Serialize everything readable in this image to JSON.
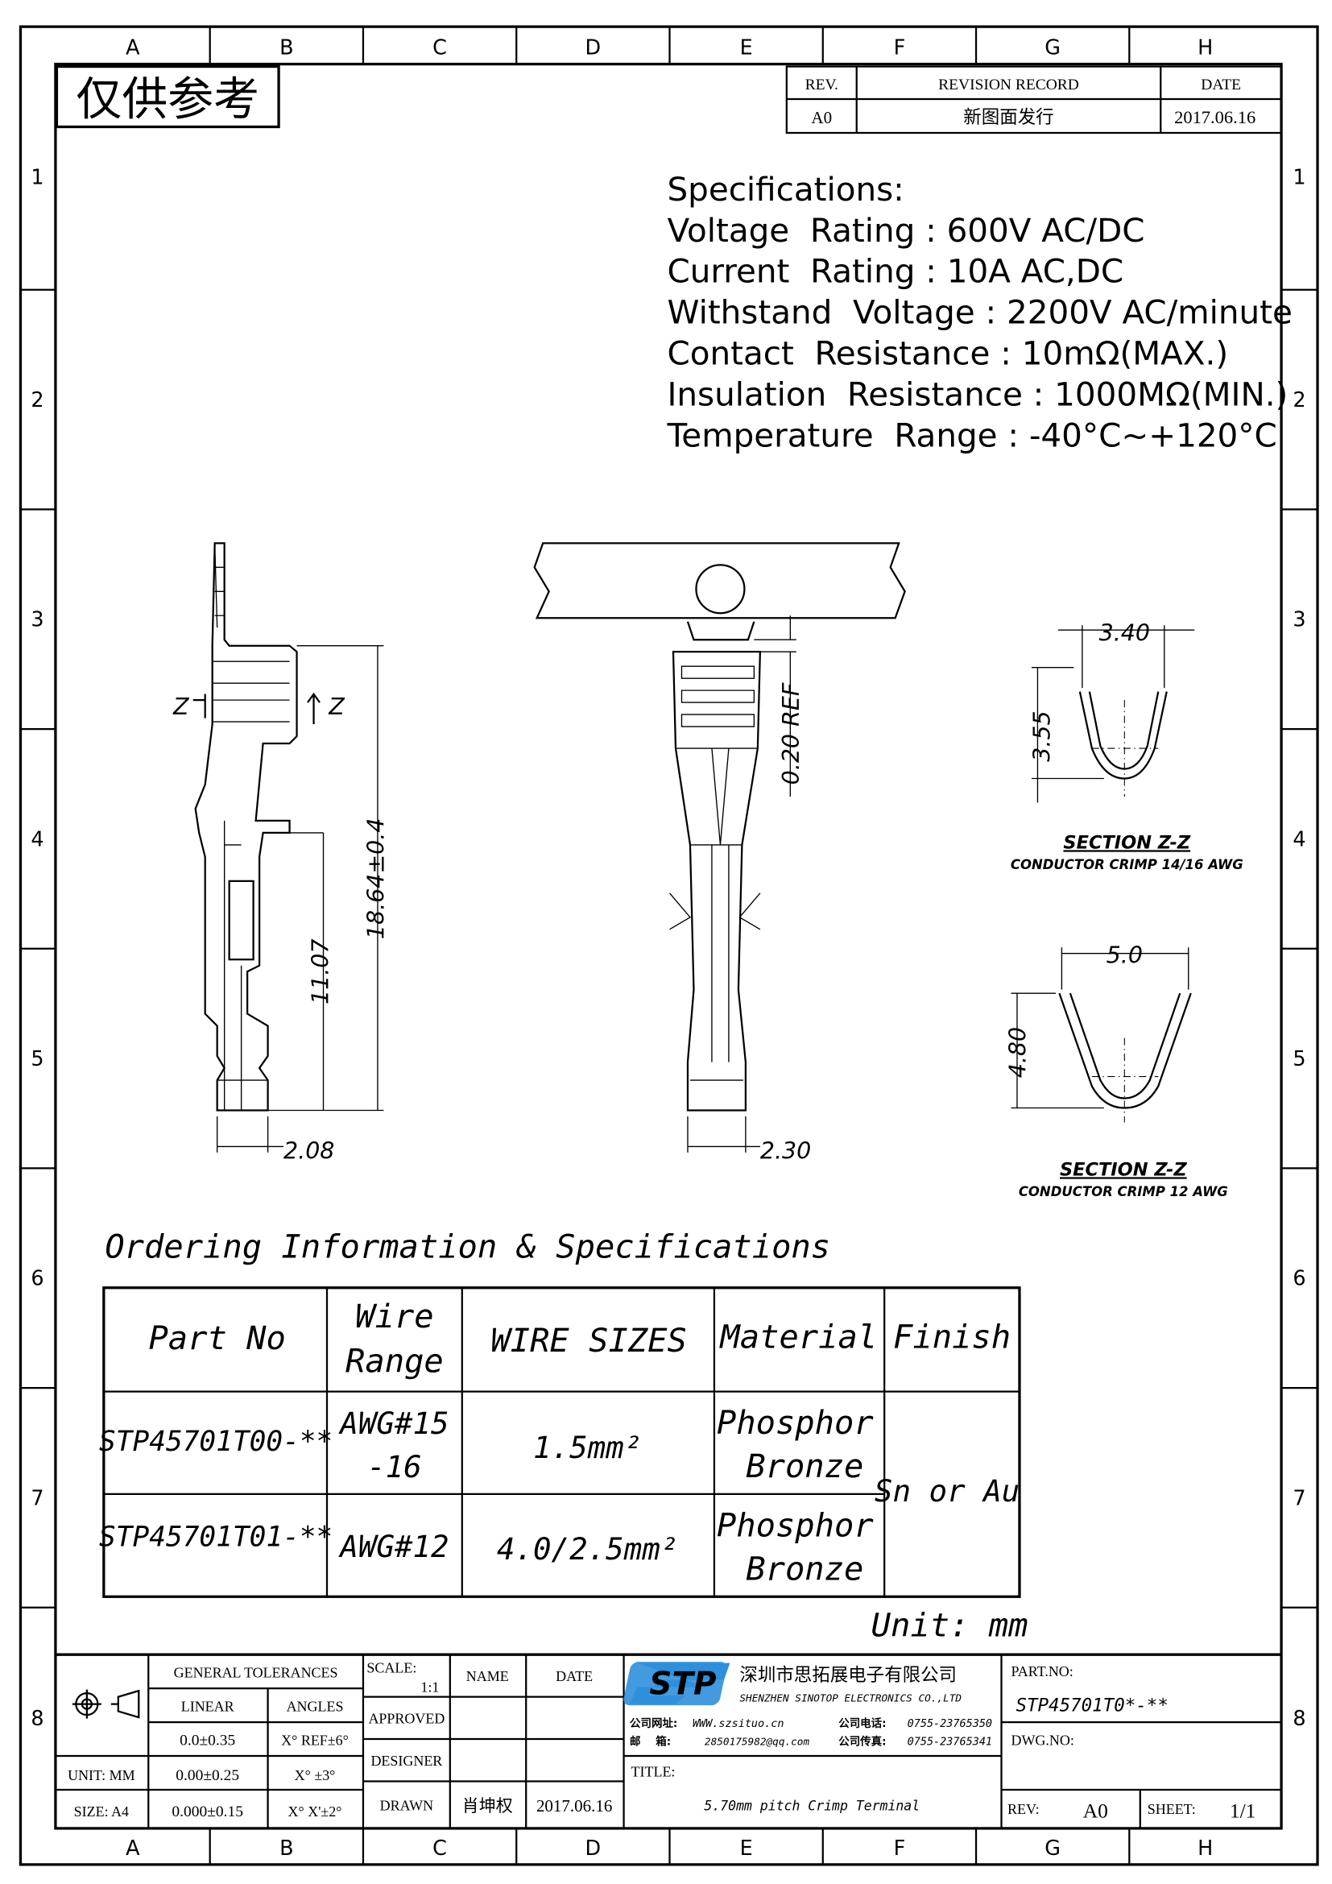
{
  "frame": {
    "columns": [
      "A",
      "B",
      "C",
      "D",
      "E",
      "F",
      "G",
      "H"
    ],
    "rows": [
      "1",
      "2",
      "3",
      "4",
      "5",
      "6",
      "7",
      "8"
    ]
  },
  "stamp": "仅供参考",
  "revision": {
    "headers": [
      "REV.",
      "REVISION RECORD",
      "DATE"
    ],
    "rows": [
      {
        "rev": "A0",
        "record": "新图面发行",
        "date": "2017.06.16"
      }
    ]
  },
  "specs": {
    "title": "Specifications:",
    "lines": [
      "Voltage  Rating : 600V AC/DC",
      "Current  Rating : 10A AC,DC",
      "Withstand  Voltage : 2200V AC/minute",
      "Contact  Resistance : 10mΩ(MAX.)",
      "Insulation  Resistance : 1000MΩ(MIN.)",
      "Temperature  Range : -40°C~+120°C"
    ]
  },
  "drawing": {
    "z_left": "Z",
    "z_right": "Z",
    "dim_length": "18.64±0.4",
    "dim_11": "11.07",
    "dim_208": "2.08",
    "dim_230": "2.30",
    "dim_ref": "0.20 REF",
    "section1": {
      "width": "3.40",
      "height": "3.55",
      "title": "SECTION Z-Z",
      "subtitle": "CONDUCTOR CRIMP 14/16 AWG"
    },
    "section2": {
      "width": "5.0",
      "height": "4.80",
      "title": "SECTION Z-Z",
      "subtitle": "CONDUCTOR CRIMP 12 AWG"
    }
  },
  "ordering": {
    "heading": "Ordering Information & Specifications",
    "headers": {
      "part": "Part No",
      "wire1": "Wire",
      "wire2": "Range",
      "sizes": "WIRE SIZES",
      "material": "Material",
      "finish": "Finish"
    },
    "rows": [
      {
        "part": "STP45701T00-**",
        "range1": "AWG#15",
        "range2": "-16",
        "size": "1.5mm²",
        "mat1": "Phosphor",
        "mat2": "Bronze"
      },
      {
        "part": "STP45701T01-**",
        "range1": "AWG#12",
        "range2": "",
        "size": "4.0/2.5mm²",
        "mat1": "Phosphor",
        "mat2": "Bronze"
      }
    ],
    "finish": "Sn or Au",
    "unit": "Unit: mm"
  },
  "titleblock": {
    "general_tolerances": "GENERAL TOLERANCES",
    "linear": "LINEAR",
    "angles": "ANGLES",
    "lin": [
      "0.0±0.35",
      "0.00±0.25",
      "0.000±0.15"
    ],
    "ang": [
      "X° REF±6°",
      "X° ±3°",
      "X° X'±2°"
    ],
    "unit": "UNIT: MM",
    "size": "SIZE: A4",
    "scale_label": "SCALE:",
    "scale": "1:1",
    "name": "NAME",
    "date": "DATE",
    "approved": "APPROVED",
    "designer": "DESIGNER",
    "drawn": "DRAWN",
    "drawn_name": "肖坤权",
    "drawn_date": "2017.06.16",
    "logo": "STP",
    "company_cn": "深圳市思拓展电子有限公司",
    "company_en": "SHENZHEN SINOTOP ELECTRONICS CO.,LTD",
    "web_label": "公司网址:",
    "web": "WWW.szsituo.cn",
    "tel_label": "公司电话:",
    "tel": "0755-23765350",
    "mail_label": "邮    箱:",
    "mail": "2850175982@qq.com",
    "fax_label": "公司传真:",
    "fax": "0755-23765341",
    "title_label": "TITLE:",
    "title": "5.70mm pitch Crimp Terminal",
    "part_label": "PART.NO:",
    "part": "STP45701T0*-**",
    "dwg_label": "DWG.NO:",
    "rev_label": "REV:",
    "rev": "A0",
    "sheet_label": "SHEET:",
    "sheet": "1/1",
    "logo_color": "#2f8fdc"
  }
}
